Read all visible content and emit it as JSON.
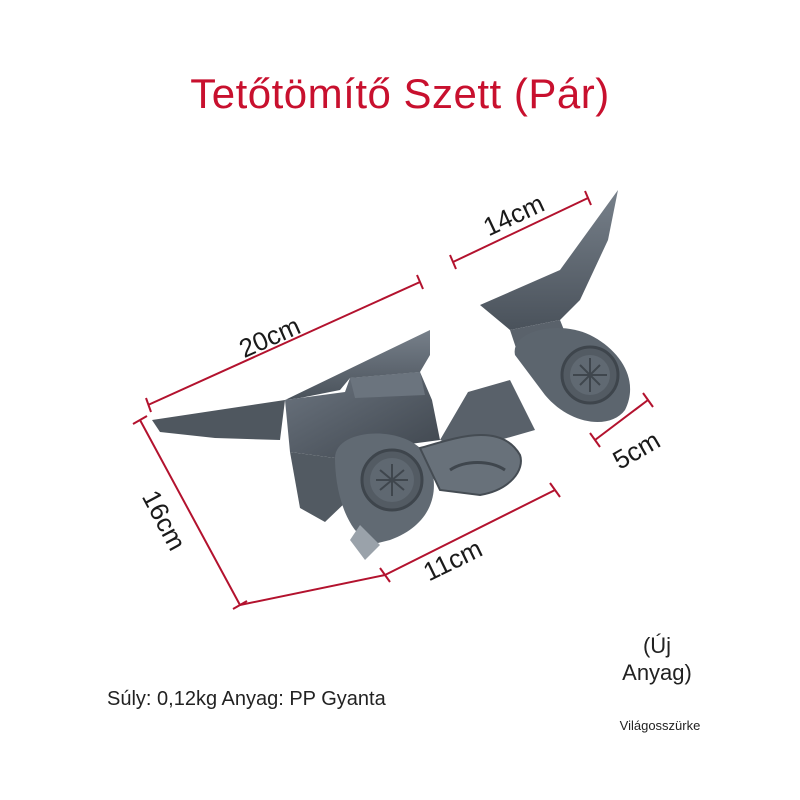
{
  "title": "Tetőtömítő Szett (Pár)",
  "dimensions": {
    "length": "20cm",
    "depth": "16cm",
    "width_front": "11cm",
    "small_length": "14cm",
    "small_width": "5cm"
  },
  "info": "Súly: 0,12kg Anyag: PP Gyanta",
  "badge_line1": "(Új",
  "badge_line2": "Anyag)",
  "color_name": "Világosszürke",
  "colors": {
    "title": "#c8102e",
    "dimension_line": "#b3122e",
    "product": "#5d6670"
  }
}
